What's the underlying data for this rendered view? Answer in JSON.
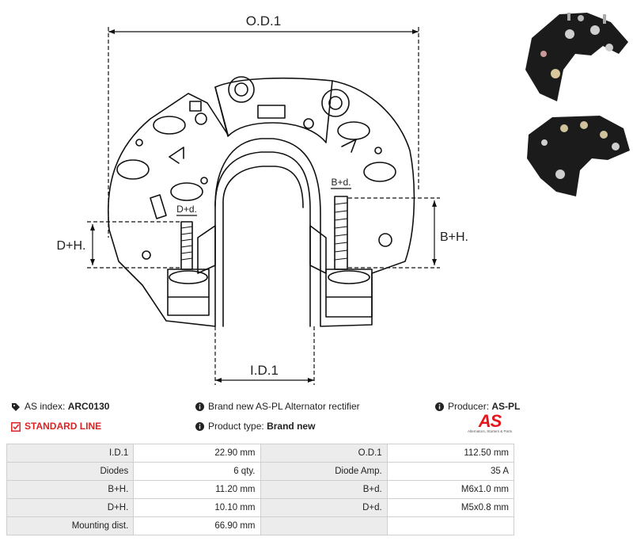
{
  "dimensions": {
    "od": "O.D.1",
    "id": "I.D.1",
    "bd": "B+d.",
    "dd": "D+d.",
    "bh": "B+H.",
    "dh": "D+H."
  },
  "info": {
    "as_index_label": "AS index:",
    "as_index_value": "ARC0130",
    "description": "Brand new AS-PL Alternator rectifier",
    "producer_label": "Producer:",
    "producer_value": "AS-PL",
    "line_label": "STANDARD LINE",
    "product_type_label": "Product type:",
    "product_type_value": "Brand new",
    "logo_text": "AS",
    "logo_tagline": "Alternators, Starters & Parts"
  },
  "specs": [
    {
      "l1": "I.D.1",
      "v1": "22.90 mm",
      "l2": "O.D.1",
      "v2": "112.50 mm"
    },
    {
      "l1": "Diodes",
      "v1": "6 qty.",
      "l2": "Diode Amp.",
      "v2": "35 A"
    },
    {
      "l1": "B+H.",
      "v1": "11.20 mm",
      "l2": "B+d.",
      "v2": "M6x1.0 mm"
    },
    {
      "l1": "D+H.",
      "v1": "10.10 mm",
      "l2": "D+d.",
      "v2": "M5x0.8 mm"
    },
    {
      "l1": "Mounting dist.",
      "v1": "66.90 mm",
      "l2": "",
      "v2": ""
    }
  ],
  "colors": {
    "accent": "#e3161b",
    "label_bg": "#ececec",
    "border": "#cfcfcf"
  }
}
